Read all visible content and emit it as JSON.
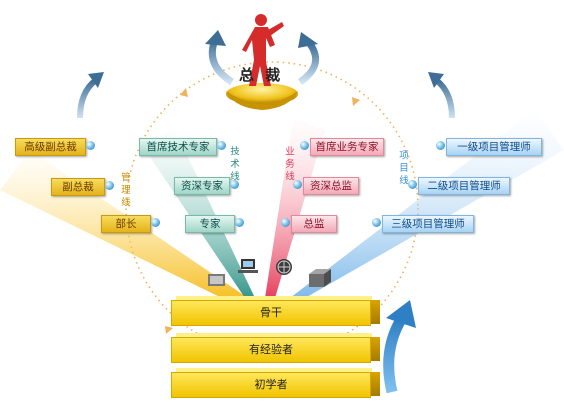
{
  "top": {
    "title": "总 裁"
  },
  "ladders": {
    "management": {
      "color": "#f0b100",
      "items": [
        "高级副总裁",
        "副总裁",
        "部长"
      ],
      "path_label": "管理线"
    },
    "technical": {
      "color": "#2a9d8f",
      "items": [
        "首席技术专家",
        "资深专家",
        "专家"
      ],
      "path_label": "技术线"
    },
    "business": {
      "color": "#e0405c",
      "items": [
        "首席业务专家",
        "资深总监",
        "总监"
      ],
      "path_label": "业务线"
    },
    "project": {
      "color": "#3b8fd6",
      "items": [
        "一级项目管理师",
        "二级项目管理师",
        "三级项目管理师"
      ],
      "path_label": "项目线"
    }
  },
  "pyramid": [
    "骨干",
    "有经验者",
    "初学者"
  ],
  "icons": [
    "tools-icon",
    "computer-icon",
    "globe-icon",
    "box-icon"
  ]
}
